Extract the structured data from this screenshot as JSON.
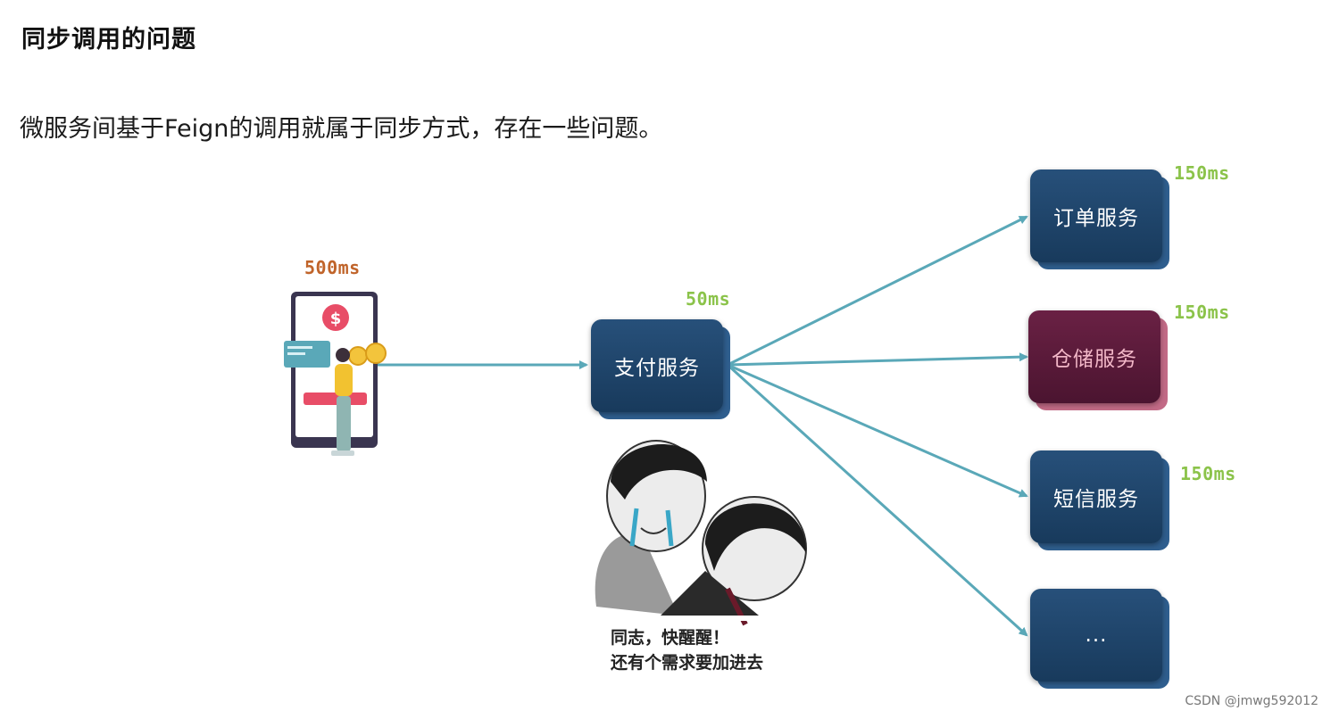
{
  "title": "同步调用的问题",
  "subtitle": "微服务间基于Feign的调用就属于同步方式，存在一些问题。",
  "client": {
    "time": "500ms",
    "icon": "mobile-payment-illustration"
  },
  "hub": {
    "label": "支付服务",
    "time": "50ms"
  },
  "services": [
    {
      "label": "订单服务",
      "time": "150ms"
    },
    {
      "label": "仓储服务",
      "time": "150ms"
    },
    {
      "label": "短信服务",
      "time": "150ms"
    },
    {
      "label": "...",
      "time": ""
    }
  ],
  "meme": {
    "line1": "同志，快醒醒！",
    "line2": "还有个需求要加进去"
  },
  "watermark": "CSDN @jmwg592012",
  "colors": {
    "arrow": "#5aa8b8",
    "node": "#1f4669",
    "node_highlight": "#5a1a38",
    "time_green": "#8bc34a",
    "time_orange": "#c0642a"
  }
}
